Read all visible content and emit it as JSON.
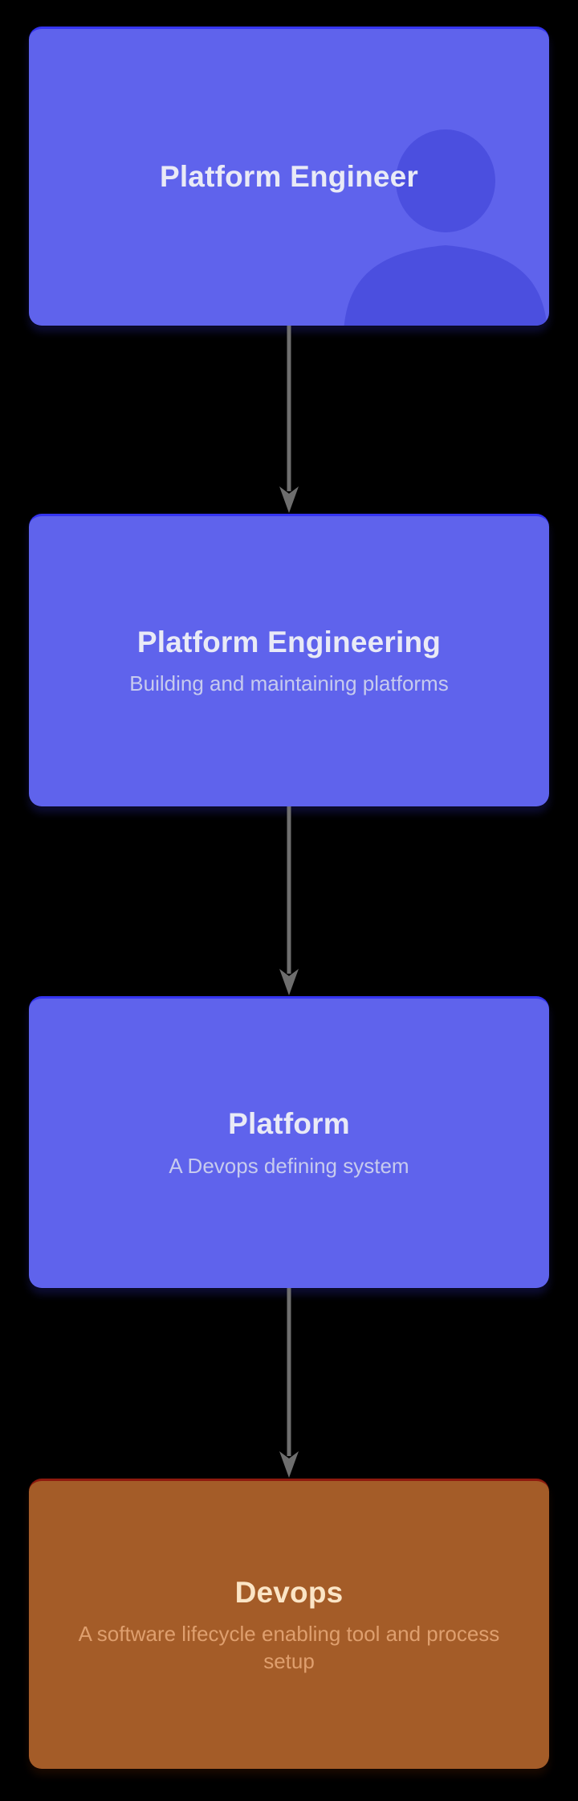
{
  "diagram": {
    "background_color": "#000000",
    "arrow_color": "#6e6e6e",
    "nodes": [
      {
        "id": "platform-engineer",
        "title": "Platform Engineer",
        "bg_color": "#5f63ec",
        "top_accent_color": "#3535f2",
        "title_color": "#e9eaf6",
        "icon": "person-silhouette-icon",
        "icon_color": "#4b4fdf"
      },
      {
        "id": "platform-engineering",
        "title": "Platform Engineering",
        "subtitle": "Building and maintaining platforms",
        "bg_color": "#5f63ec",
        "top_accent_color": "#3535f2",
        "title_color": "#e9eaf6",
        "subtitle_color": "#c7cbee"
      },
      {
        "id": "platform",
        "title": "Platform",
        "subtitle": "A Devops defining system",
        "bg_color": "#5f63ec",
        "top_accent_color": "#3535f2",
        "title_color": "#e9eaf6",
        "subtitle_color": "#c7cbee"
      },
      {
        "id": "devops",
        "title": "Devops",
        "subtitle": "A software lifecycle enabling tool and process setup",
        "bg_color": "#a45c28",
        "top_accent_color": "#8e1a0e",
        "title_color": "#fbe5c6",
        "subtitle_color": "#df9f6e"
      }
    ]
  }
}
